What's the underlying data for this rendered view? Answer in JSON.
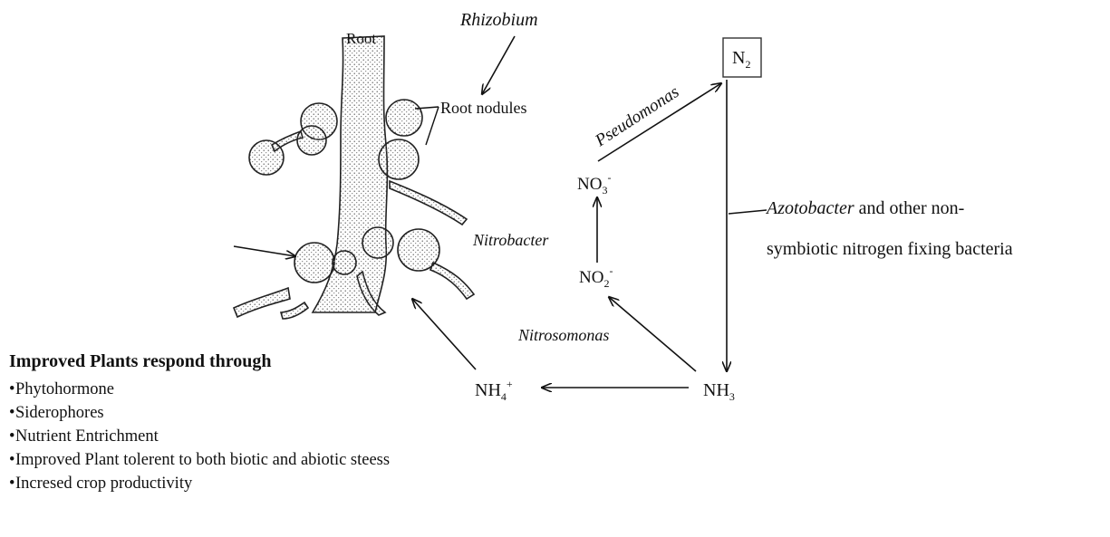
{
  "labels": {
    "root": "Root",
    "rhizobium": "Rhizobium",
    "root_nodules": "Root nodules",
    "n2": "N",
    "n2_sub": "2",
    "pseudomonas": "Pseudomonas",
    "no3": "NO",
    "no3_sub": "3",
    "no3_sup": "-",
    "no2": "NO",
    "no2_sub": "2",
    "no2_sup": "-",
    "nitrobacter": "Nitrobacter",
    "nitrosomonas": "Nitrosomonas",
    "nh4": "NH",
    "nh4_sub": "4",
    "nh4_sup": "+",
    "nh3": "NH",
    "nh3_sub": "3",
    "azotobacter": "Azotobacter",
    "azotobacter_rest": " and other non-",
    "azotobacter_line2": "symbiotic nitrogen fixing bacteria"
  },
  "benefits": {
    "heading": "Improved Plants respond through",
    "items": [
      "Phytohormone",
      "Siderophores",
      "Nutrient Entrichment",
      "Improved Plant tolerent to both biotic and abiotic steess",
      "Incresed crop productivity"
    ]
  },
  "colors": {
    "ink": "#111111",
    "stipple": "#555555"
  }
}
